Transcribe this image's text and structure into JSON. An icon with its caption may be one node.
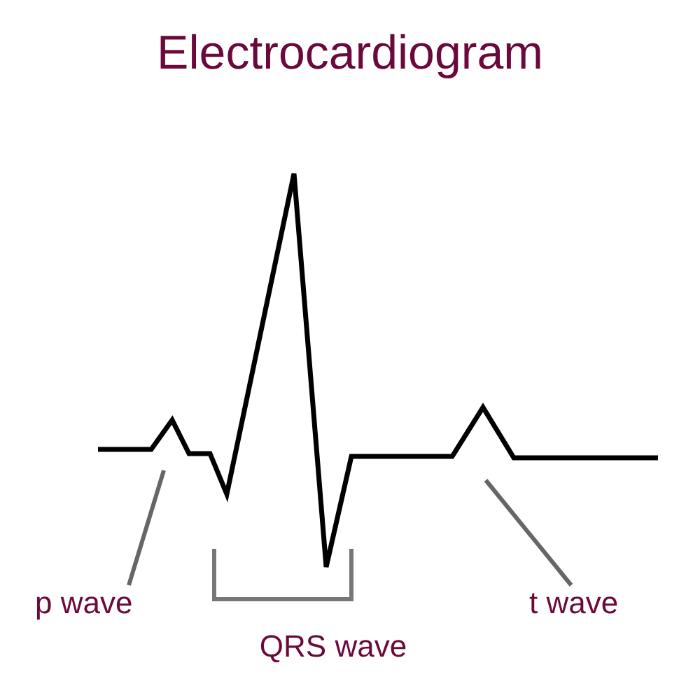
{
  "diagram": {
    "title": "Electrocardiogram",
    "nodes": [
      {
        "text": [
          "p wave"
        ]
      },
      {
        "text": [
          "t wave"
        ]
      }
    ],
    "edges": [
      {
        "from": 0,
        "to": null,
        "arrow": "none"
      },
      {
        "from": 1,
        "to": null,
        "arrow": "none"
      }
    ],
    "labels": [
      "QRS wave"
    ]
  }
}
